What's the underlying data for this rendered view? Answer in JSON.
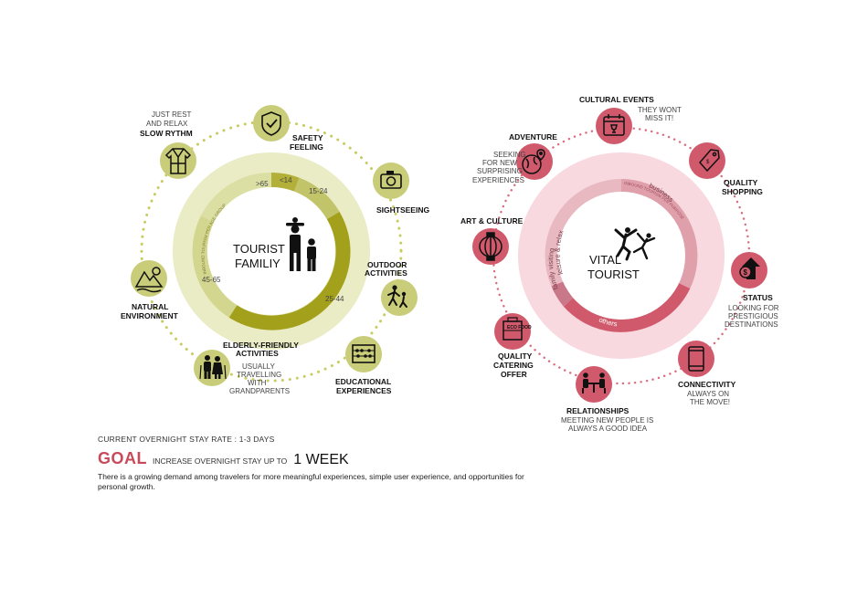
{
  "colors": {
    "family_light": "#eaecc5",
    "family_mid": "#c9cd79",
    "family_dark": "#a3a01b",
    "family_dot": "#c8cc60",
    "vital_light": "#f8d9df",
    "vital_mid": "#dfa0ac",
    "vital_dark": "#d05a6c",
    "goal_red": "#c84a5a"
  },
  "family": {
    "title_line1": "TOURIST",
    "title_line2": "FAMILIY",
    "ring_caption": "INBOUND TOURISM PER AGE GROUP",
    "age_groups": [
      ">65",
      "<14",
      "15-24",
      "25-44",
      "45-65"
    ],
    "nodes": [
      {
        "icon": "shield-check-icon",
        "title": "SAFETY",
        "title2": "FEELING"
      },
      {
        "icon": "camera-icon",
        "title": "SIGHTSEEING"
      },
      {
        "icon": "running-family-icon",
        "title": "OUTDOOR",
        "title2": "ACTIVITIES"
      },
      {
        "icon": "abacus-icon",
        "title": "EDUCATIONAL",
        "title2": "EXPERIENCES"
      },
      {
        "icon": "elderly-couple-icon",
        "title": "ELDERLY-FRIENDLY",
        "title2": "ACTIVITIES",
        "sub": [
          "USUALLY",
          "TRAVELLING",
          "WITH",
          "GRANDPARENTS"
        ]
      },
      {
        "icon": "mountain-sun-icon",
        "title": "NATURAL",
        "title2": "ENVIRONMENT"
      },
      {
        "icon": "bathrobe-icon",
        "title": "SLOW RYTHM",
        "pre": [
          "JUST REST",
          "AND RELAX"
        ]
      }
    ]
  },
  "vital": {
    "title_line1": "VITAL",
    "title_line2": "TOURIST",
    "ring_caption": "INBOUND TOURISM PER PURPOSE",
    "segments": [
      "leisure & relax",
      "business",
      "others",
      "family visiting"
    ],
    "nodes": [
      {
        "icon": "calendar-icon",
        "title": "CULTURAL  EVENTS",
        "sub": [
          "THEY WONT",
          "MISS IT!"
        ]
      },
      {
        "icon": "price-tag-icon",
        "title": "QUALITY",
        "title2": "SHOPPING"
      },
      {
        "icon": "dollar-up-icon",
        "title": "STATUS",
        "sub": [
          "LOOKING FOR",
          "PRESTIGIOUS",
          "DESTINATIONS"
        ]
      },
      {
        "icon": "smartphone-icon",
        "title": "CONNECTIVITY",
        "sub": [
          "ALWAYS ON",
          "THE MOVE!"
        ]
      },
      {
        "icon": "meeting-people-icon",
        "title": "RELATIONSHIPS",
        "sub": [
          "MEETING NEW PEOPLE IS",
          "ALWAYS A GOOD IDEA"
        ]
      },
      {
        "icon": "eco-food-icon",
        "title": "QUALITY",
        "title2": "CATERING",
        "title3": "OFFER",
        "icon_text": "ECO FOOD"
      },
      {
        "icon": "lantern-icon",
        "title": "ART & CULTURE"
      },
      {
        "icon": "globe-pin-icon",
        "title": "ADVENTURE",
        "sub": [
          "SEEKING",
          "FOR NEW",
          "SURPRISING",
          "EXPERIENCES"
        ]
      }
    ]
  },
  "bottom": {
    "stay_rate": "CURRENT OVERNIGHT STAY RATE : 1-3 DAYS",
    "goal_word": "GOAL",
    "goal_text": "INCREASE OVERNIGHT STAY UP TO",
    "goal_value": "1 WEEK",
    "description": "There is a growing demand among travelers for more meaningful experiences, simple user experience, and opportunities for personal growth."
  }
}
